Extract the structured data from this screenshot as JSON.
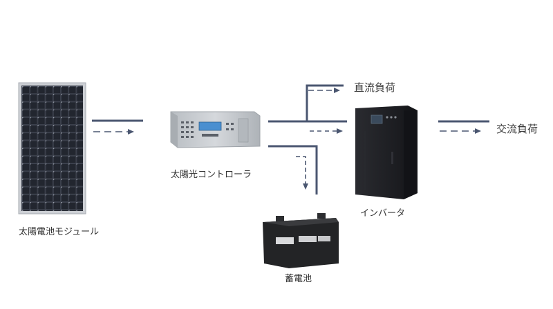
{
  "labels": {
    "solar_module": "太陽電池モジュール",
    "controller": "太陽光コントローラ",
    "battery": "蓄電池",
    "inverter": "インバータ",
    "dc_load": "直流負荷",
    "ac_load": "交流負荷"
  },
  "colors": {
    "line": "#4a5670",
    "panel_cell": "#1c1f27",
    "panel_frame": "#c9ccd2",
    "controller_body": "#c8ccd0",
    "controller_screen": "#4a8fd0",
    "inverter_body": "#1e1f23",
    "battery_body": "#232426"
  }
}
